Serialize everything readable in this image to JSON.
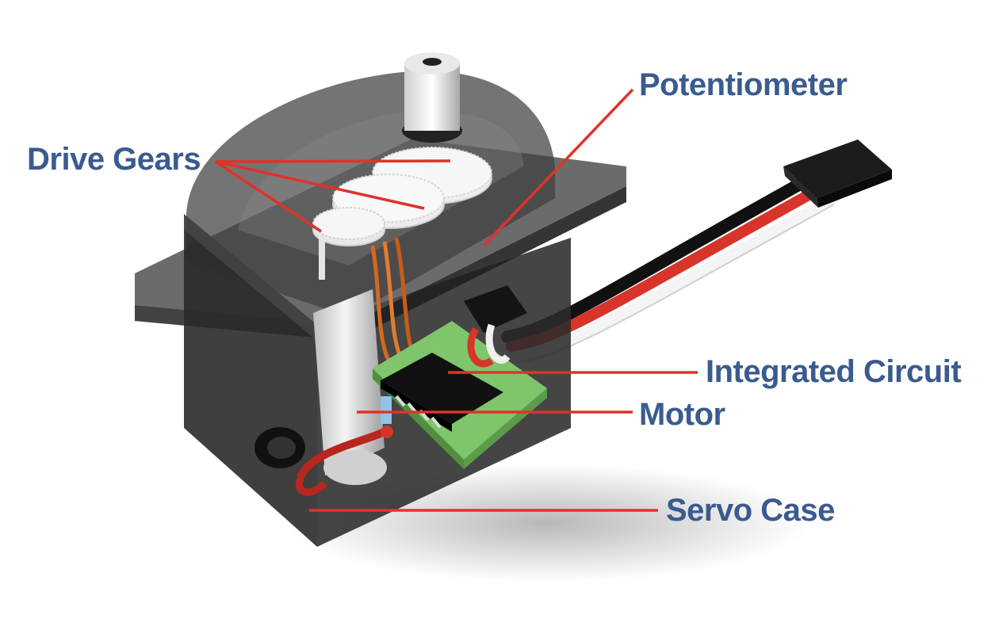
{
  "labels": {
    "drive_gears": "Drive Gears",
    "potentiometer": "Potentiometer",
    "integrated_circuit": "Integrated Circuit",
    "motor": "Motor",
    "servo_case": "Servo Case"
  },
  "colors": {
    "label_text": "#3a5b8f",
    "leader_line": "#e0322a",
    "case_dark": "#3a3a3a",
    "pcb_green": "#7ec56b",
    "gear_white": "#f2f2f2",
    "wire_black": "#111111",
    "wire_red": "#d8342a",
    "wire_white": "#f4f4f4",
    "copper": "#d2691e"
  }
}
